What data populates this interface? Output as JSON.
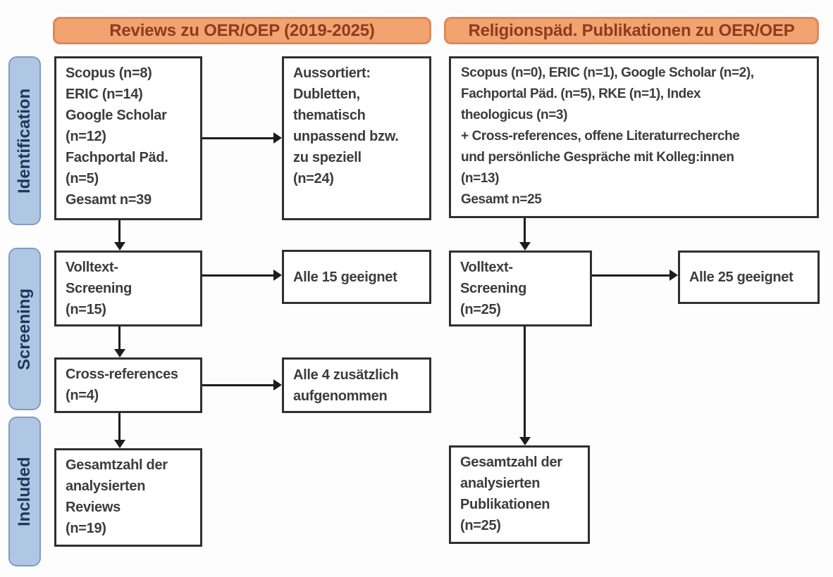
{
  "colors": {
    "header_fill": "#F2A36F",
    "header_border": "#DB8A5C",
    "header_text": "#8D3B20",
    "stage_fill": "#B0C7E4",
    "stage_border": "#7D9CC4",
    "stage_text": "#20375C",
    "box_border": "#2F2F2F",
    "box_text": "#3C3C3C",
    "line_color": "#1C1C1C"
  },
  "headers": {
    "left": "Reviews zu OER/OEP (2019-2025)",
    "right": "Religionspäd. Publikationen zu OER/OEP"
  },
  "stages": [
    {
      "label": "Identification"
    },
    {
      "label": "Screening"
    },
    {
      "label": "Included"
    }
  ],
  "left_flow": {
    "sources": "Scopus (n=8)\nERIC (n=14)\nGoogle Scholar\n(n=12)\nFachportal Päd.\n(n=5)\nGesamt n=39",
    "excluded": "Aussortiert:\nDubletten,\nthematisch\nunpassend bzw.\nzu speziell\n(n=24)",
    "fulltext": "Volltext-\nScreening\n(n=15)",
    "fulltext_result": "Alle 15 geeignet",
    "crossref": "Cross-references\n(n=4)",
    "crossref_result": "Alle 4 zusätzlich\naufgenommen",
    "included": "Gesamtzahl der\nanalysierten\nReviews\n(n=19)"
  },
  "right_flow": {
    "sources": "Scopus (n=0), ERIC (n=1), Google Scholar (n=2),\nFachportal Päd. (n=5), RKE (n=1), Index\ntheologicus (n=3)\n+ Cross-references, offene Literaturrecherche\nund persönliche Gespräche mit Kolleg:innen\n(n=13)\nGesamt n=25",
    "fulltext": "Volltext-\nScreening\n(n=25)",
    "fulltext_result": "Alle 25 geeignet",
    "included": "Gesamtzahl der\nanalysierten\nPublikationen\n(n=25)"
  }
}
